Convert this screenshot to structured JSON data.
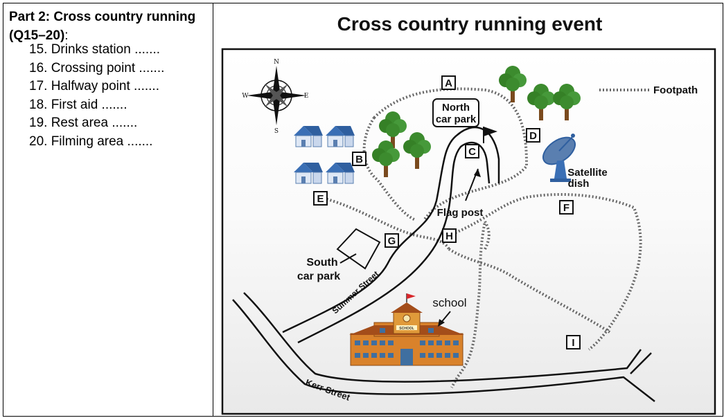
{
  "part": {
    "title_line1": "Part 2: Cross country running",
    "title_line2": "(Q15–20)",
    "title_colon": ":"
  },
  "questions": [
    {
      "label": "15. Drinks station ......."
    },
    {
      "label": "16. Crossing point ......."
    },
    {
      "label": "17. Halfway point ......."
    },
    {
      "label": "18. First aid ......."
    },
    {
      "label": "19. Rest area ......."
    },
    {
      "label": "20. Filming area ......."
    }
  ],
  "map": {
    "title": "Cross country running event",
    "compass": {
      "n": "N",
      "s": "S",
      "e": "E",
      "w": "W"
    },
    "legend_footpath": "Footpath",
    "north_car_park_line1": "North",
    "north_car_park_line2": "car park",
    "south_car_park_line1": "South",
    "south_car_park_line2": "car park",
    "flag_post": "Flag post",
    "satellite_line1": "Satellite",
    "satellite_line2": "dish",
    "school": "school",
    "school_sign": "SCHOOL",
    "summer_street": "Summer Street",
    "kerr_street": "Kerr Street",
    "letters": {
      "a": "A",
      "b": "B",
      "c": "C",
      "d": "D",
      "e": "E",
      "f": "F",
      "g": "G",
      "h": "H",
      "i": "I"
    }
  },
  "colors": {
    "house_roof": "#3a6fb5",
    "house_wall": "#dfe8f5",
    "tree_leaf": "#3c8b2e",
    "tree_trunk": "#7a4a1e",
    "school_wall": "#d9822b",
    "school_window": "#3f6fa0",
    "flag": "#d8262a"
  }
}
